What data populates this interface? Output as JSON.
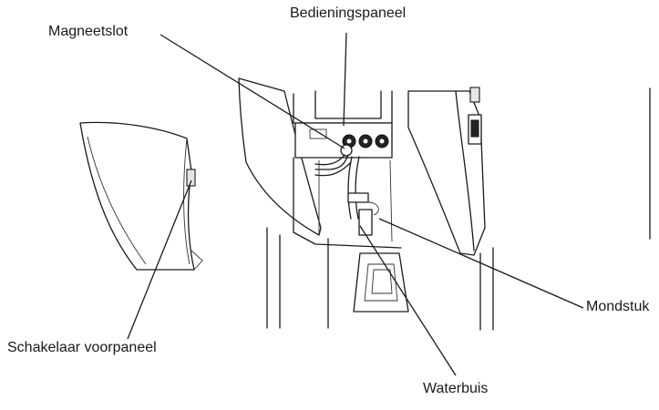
{
  "labels": {
    "bedieningspaneel": "Bedieningspaneel",
    "magneetslot": "Magneetslot",
    "mondstuk": "Mondstuk",
    "schakelaar_voorpaneel": "Schakelaar voorpaneel",
    "waterbuis": "Waterbuis"
  },
  "colors": {
    "line": "#1a1a1a",
    "background": "#ffffff",
    "shade": "#e6e6e6"
  }
}
